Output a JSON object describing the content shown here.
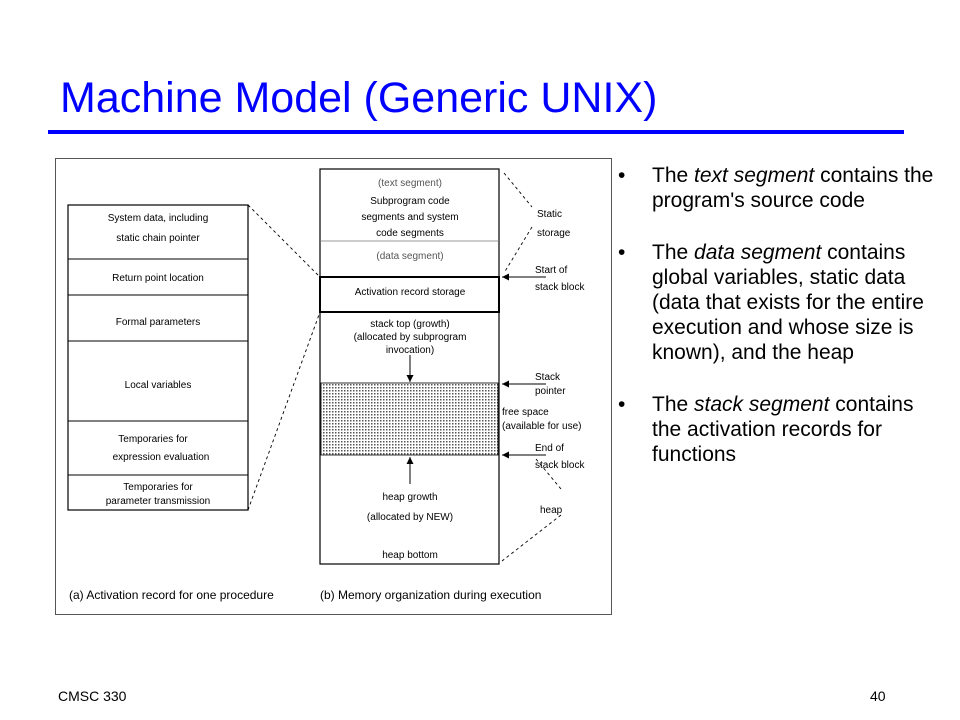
{
  "slide": {
    "title": "Machine Model (Generic UNIX)",
    "footer_left": "CMSC 330",
    "page_number": "40",
    "accent_color": "#0000ff"
  },
  "figure": {
    "activation_record": [
      {
        "id": "sysdata",
        "lines": [
          "System data, including",
          "static chain pointer"
        ]
      },
      {
        "id": "return",
        "lines": [
          "Return point location"
        ]
      },
      {
        "id": "formal",
        "lines": [
          "Formal parameters"
        ]
      },
      {
        "id": "locals",
        "lines": [
          "Local variables"
        ]
      },
      {
        "id": "temps-expr",
        "lines": [
          "Temporaries for",
          "expression evaluation"
        ]
      },
      {
        "id": "temps-param",
        "lines": [
          "Temporaries for",
          "parameter transmission"
        ]
      }
    ],
    "memory": {
      "text_segment": "(text segment)",
      "subprogram_code": [
        "Subprogram code",
        "segments and system",
        "code segments"
      ],
      "data_segment": "(data segment)",
      "activation_storage": "Activation record storage",
      "stack_top": [
        "stack top (growth)",
        "(allocated by subprogram",
        "invocation)"
      ],
      "heap_growth": "heap growth",
      "allocated_by_new": "(allocated by NEW)",
      "heap_bottom": "heap bottom"
    },
    "labels": {
      "static_storage": [
        "Static",
        "storage"
      ],
      "start_stack_block": [
        "Start of",
        "stack block"
      ],
      "stack_pointer": [
        "Stack",
        "pointer"
      ],
      "free_space": [
        "free space",
        "(available for use)"
      ],
      "end_stack_block": [
        "End of",
        "stack block"
      ],
      "heap": "heap"
    },
    "captions": {
      "a": "(a) Activation record for one procedure",
      "b": "(b) Memory organization during execution"
    }
  },
  "bullets": [
    {
      "id": "text",
      "before": "The ",
      "term": "text segment",
      "after": " contains the program's source code"
    },
    {
      "id": "data",
      "before": "The ",
      "term": "data segment",
      "after": " contains global variables, static data (data that exists for the entire execution and whose size is known), and the heap"
    },
    {
      "id": "stack",
      "before": "The ",
      "term": "stack segment",
      "after": " contains the activation records for functions"
    }
  ],
  "bullet_glyph": "•"
}
